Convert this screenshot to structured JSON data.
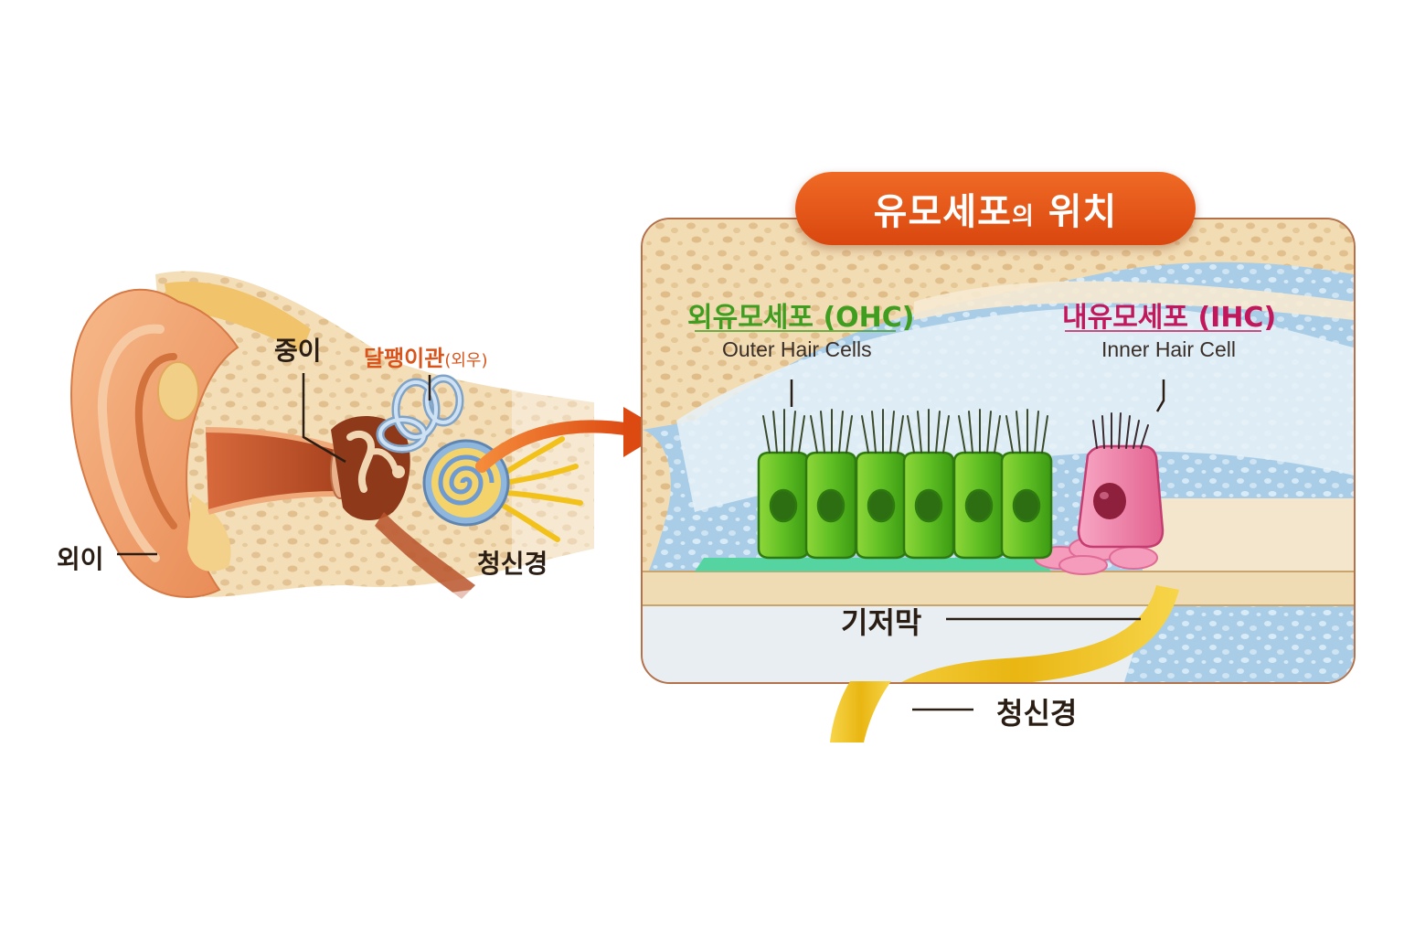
{
  "title": {
    "main": "유모세포",
    "particle": "의",
    "rest": " 위치"
  },
  "ear_labels": {
    "outer_ear": "외이",
    "middle_ear": "중이",
    "cochlea": "달팽이관",
    "cochlea_note": "(외우)",
    "auditory_nerve": "청신경"
  },
  "detail_labels": {
    "ohc_ko": "외유모세포 (OHC)",
    "ohc_en": "Outer Hair Cells",
    "ihc_ko": "내유모세포 (IHC)",
    "ihc_en": "Inner Hair Cell",
    "basilar_membrane": "기저막",
    "auditory_nerve": "청신경"
  },
  "colors": {
    "accent_orange": "#e0541a",
    "ohc_green": "#3f9e1f",
    "ihc_pink": "#c2185b",
    "nerve_yellow": "#f2c21b",
    "frame_brown": "#b5714a"
  }
}
